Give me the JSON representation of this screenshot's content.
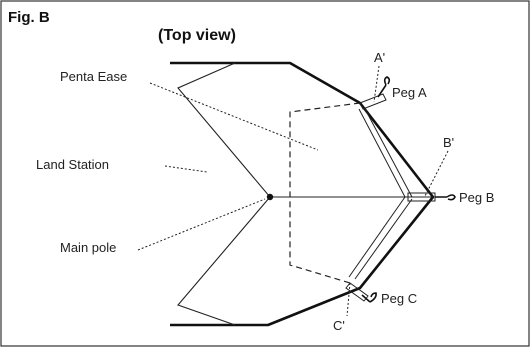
{
  "figure": {
    "label": "Fig. B",
    "title": "(Top view)"
  },
  "callouts": {
    "penta_ease": "Penta Ease",
    "land_station": "Land Station",
    "main_pole": "Main pole"
  },
  "pegs": {
    "peg_a": "Peg A",
    "peg_b": "Peg B",
    "peg_c": "Peg C"
  },
  "section_marks": {
    "a_prime": "A'",
    "b_prime": "B'",
    "c_prime": "C'"
  },
  "colors": {
    "ink": "#111111",
    "border": "#333333"
  }
}
